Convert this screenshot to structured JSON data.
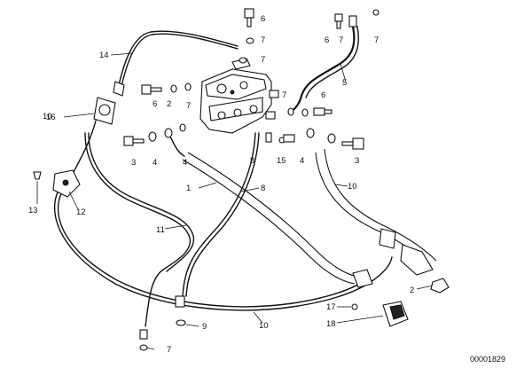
{
  "document_number": "00001829",
  "callouts": {
    "c1": "1",
    "c2": "2",
    "c3a": "3",
    "c3b": "3",
    "c4a": "4",
    "c4b": "4",
    "c4c": "4",
    "c5": "5",
    "c6a": "6",
    "c6b": "6",
    "c6c": "6",
    "c6d": "6",
    "c7a": "7",
    "c7b": "7",
    "c7c": "7",
    "c7d": "7",
    "c7e": "7",
    "c7f": "7",
    "c7g": "7",
    "c8": "8",
    "c9": "9",
    "c10a": "10",
    "c10b": "10",
    "c10c": "10",
    "c11": "11",
    "c12": "12",
    "c13": "13",
    "c14": "14",
    "c15": "15",
    "c16": "16",
    "c17": "17",
    "c18": "18",
    "c2b": "2",
    "c8b": "8"
  }
}
